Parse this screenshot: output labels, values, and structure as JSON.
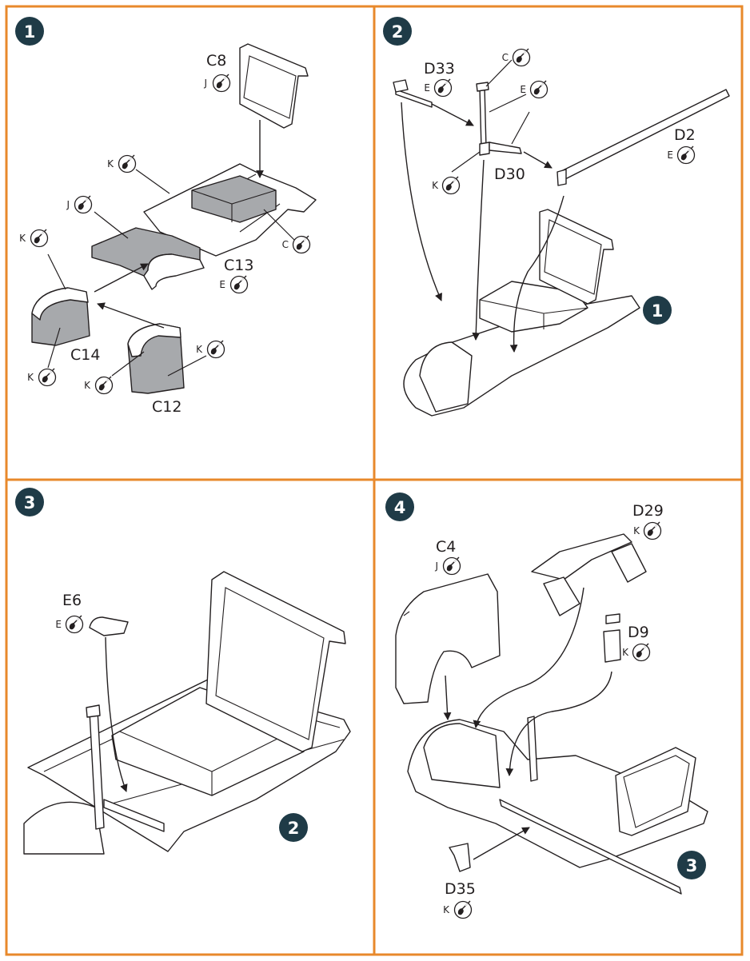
{
  "colors": {
    "frame": "#e8892b",
    "badge": "#1f3b47",
    "part_grey": "#a7a9ac",
    "ink": "#231f20"
  },
  "icons": {
    "paint": "paint-brush-icon"
  },
  "steps": [
    {
      "number": "1",
      "labels": {
        "C8": "C8",
        "C13": "C13",
        "C14": "C14",
        "C12": "C12"
      },
      "paints": [
        "J",
        "K",
        "J",
        "C",
        "E",
        "K",
        "K",
        "K",
        "K"
      ],
      "subassembly": ""
    },
    {
      "number": "2",
      "labels": {
        "D33": "D33",
        "D30": "D30",
        "D2": "D2"
      },
      "paints": [
        "C",
        "E",
        "E",
        "K",
        "E"
      ],
      "subassembly": "1"
    },
    {
      "number": "3",
      "labels": {
        "E6": "E6"
      },
      "paints": [
        "E"
      ],
      "subassembly": "2"
    },
    {
      "number": "4",
      "labels": {
        "C4": "C4",
        "D29": "D29",
        "D9": "D9",
        "D35": "D35"
      },
      "paints": [
        "J",
        "K",
        "K",
        "K"
      ],
      "subassembly": "3"
    }
  ]
}
